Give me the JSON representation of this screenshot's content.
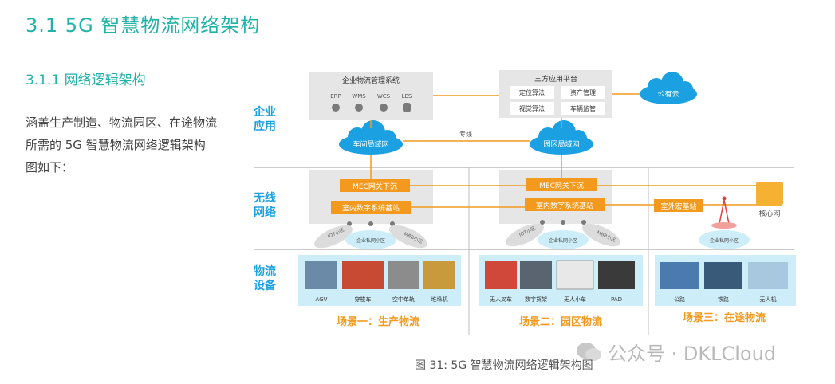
{
  "header": {
    "title": "3.1 5G 智慧物流网络架构"
  },
  "section": {
    "subtitle": "3.1.1 网络逻辑架构",
    "paragraph": "涵盖生产制造、物流园区、在途物流所需的 5G 智慧物流网络逻辑架构图如下："
  },
  "diagram": {
    "layers": [
      "企业\n应用",
      "无线\n网络",
      "物流\n设备"
    ],
    "mgmt_title": "企业物流管理系统",
    "mgmt_items": [
      "ERP",
      "WMS",
      "WCS",
      "LES"
    ],
    "platform_title": "三方应用平台",
    "platform_items": [
      "定位算法",
      "资产管理",
      "视觉算法",
      "车辆监管"
    ],
    "public_cloud": "公有云",
    "workshop_lan": "车间局域网",
    "park_lan": "园区局域网",
    "dedicated_line": "专线",
    "mec1": "MEC网关下沉",
    "mec2": "MEC网关下沉",
    "indoor1": "室内数字系统基站",
    "indoor2": "室内数字系统基站",
    "outdoor": "室外宏基站",
    "core_network": "核心网",
    "cell_labels_1": [
      "IOT小区",
      "企业私网小区",
      "MBB小区"
    ],
    "cell_labels_2": [
      "IOT小区",
      "企业私网小区",
      "MBB小区"
    ],
    "cell_label_3": "企业私网小区",
    "scene1": {
      "items": [
        "AGV",
        "穿梭车",
        "空中单轨",
        "堆垛机"
      ],
      "label": "场景一：生产物流"
    },
    "scene2": {
      "items": [
        "无人叉车",
        "数字货架",
        "无人小车",
        "PAD"
      ],
      "label": "场景二：园区物流"
    },
    "scene3": {
      "items": [
        "公路",
        "铁路",
        "无人机"
      ],
      "label": "场景三：在途物流"
    }
  },
  "caption": "图 31: 5G 智慧物流网络逻辑架构图",
  "watermark": "公众号 · DKLCloud",
  "colors": {
    "teal": "#22b3a8",
    "orange": "#f39a1e",
    "blue": "#1ba0e2",
    "lightblue": "#cdeef9",
    "gray": "#e6e6e6"
  }
}
